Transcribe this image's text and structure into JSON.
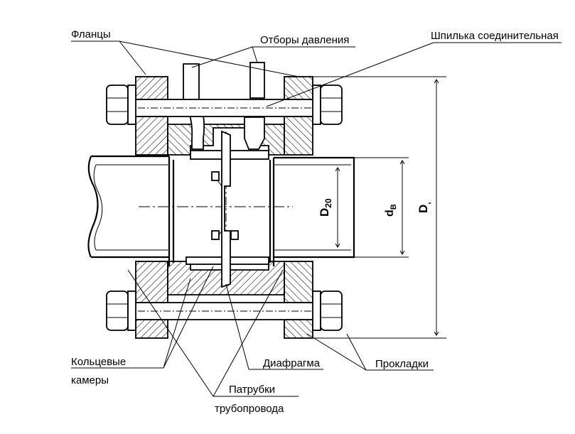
{
  "labels": {
    "flanges": "Фланцы",
    "pressure_taps": "Отборы давления",
    "stud": "Шпилька соединительная",
    "ring_chambers_line1": "Кольцевые",
    "ring_chambers_line2": "камеры",
    "diaphragm": "Диафрагма",
    "gaskets": "Прокладки",
    "pipes_line1": "Патрубки",
    "pipes_line2": "трубопровода"
  },
  "dimensions": {
    "d20_main": "D",
    "d20_sub": "20",
    "dv_main": "d",
    "dv_sub": "B",
    "d_main": "D",
    "d_sub": ","
  }
}
